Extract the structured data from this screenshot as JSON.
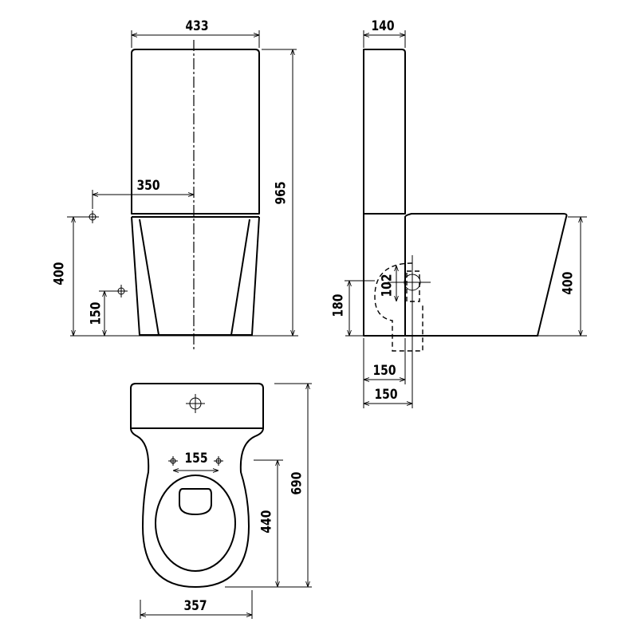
{
  "front_view": {
    "width": "433",
    "height": "965",
    "outlet_offset": "350",
    "inlet_height": "400",
    "supply_height": "150"
  },
  "side_view": {
    "tank_depth": "140",
    "outlet_height": "180",
    "outlet_dia": "102",
    "bowl_height": "400",
    "offset_a": "150",
    "offset_b": "150"
  },
  "top_view": {
    "fixing_spacing": "155",
    "length": "690",
    "bowl_length": "440",
    "width": "357"
  }
}
